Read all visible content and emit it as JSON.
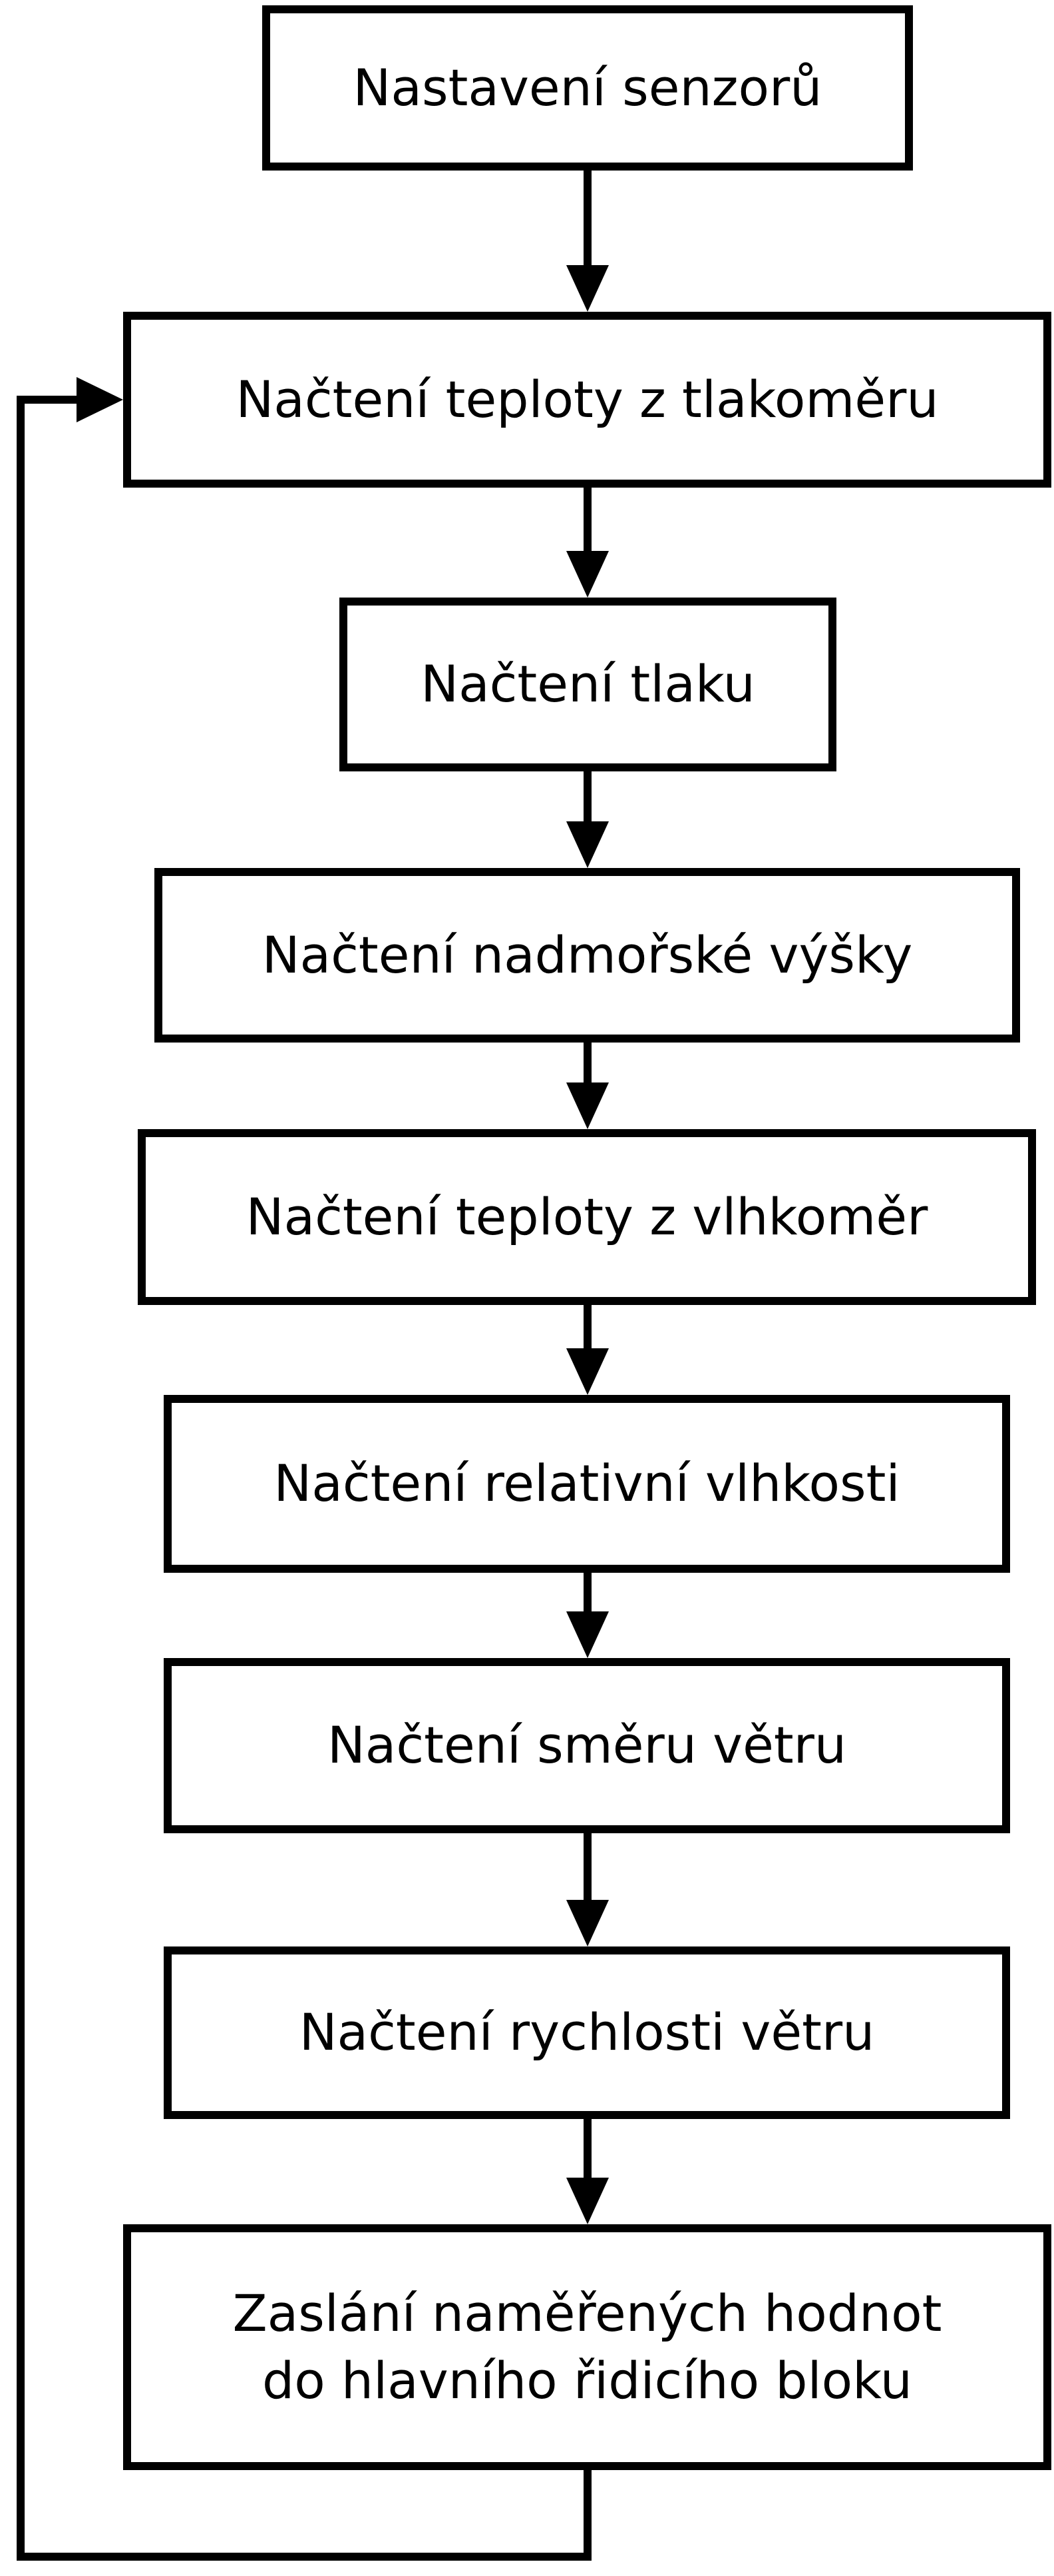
{
  "diagram": {
    "type": "flowchart",
    "colors": {
      "background": "#ffffff",
      "box_border": "#000000",
      "text": "#000000",
      "arrow": "#000000"
    }
  },
  "nodes": [
    {
      "id": "setup-sensors",
      "label": "Nastavení senzorů"
    },
    {
      "id": "read-temp-barometer",
      "label": "Načtení teploty z tlakoměru"
    },
    {
      "id": "read-pressure",
      "label": "Načtení tlaku"
    },
    {
      "id": "read-altitude",
      "label": "Načtení nadmořské výšky"
    },
    {
      "id": "read-temp-hygrometer",
      "label": "Načtení teploty z vlhkoměr"
    },
    {
      "id": "read-rel-humidity",
      "label": "Načtení relativní vlhkosti"
    },
    {
      "id": "read-wind-direction",
      "label": "Načtení směru větru"
    },
    {
      "id": "read-wind-speed",
      "label": "Načtení rychlosti větru"
    },
    {
      "id": "send-values",
      "label": "Zaslání naměřených hodnot\ndo hlavního řidicího bloku"
    }
  ],
  "edges": [
    {
      "from": "setup-sensors",
      "to": "read-temp-barometer",
      "type": "flow"
    },
    {
      "from": "read-temp-barometer",
      "to": "read-pressure",
      "type": "flow"
    },
    {
      "from": "read-pressure",
      "to": "read-altitude",
      "type": "flow"
    },
    {
      "from": "read-altitude",
      "to": "read-temp-hygrometer",
      "type": "flow"
    },
    {
      "from": "read-temp-hygrometer",
      "to": "read-rel-humidity",
      "type": "flow"
    },
    {
      "from": "read-rel-humidity",
      "to": "read-wind-direction",
      "type": "flow"
    },
    {
      "from": "read-wind-direction",
      "to": "read-wind-speed",
      "type": "flow"
    },
    {
      "from": "read-wind-speed",
      "to": "send-values",
      "type": "flow"
    },
    {
      "from": "send-values",
      "to": "read-temp-barometer",
      "type": "loop-back"
    }
  ]
}
